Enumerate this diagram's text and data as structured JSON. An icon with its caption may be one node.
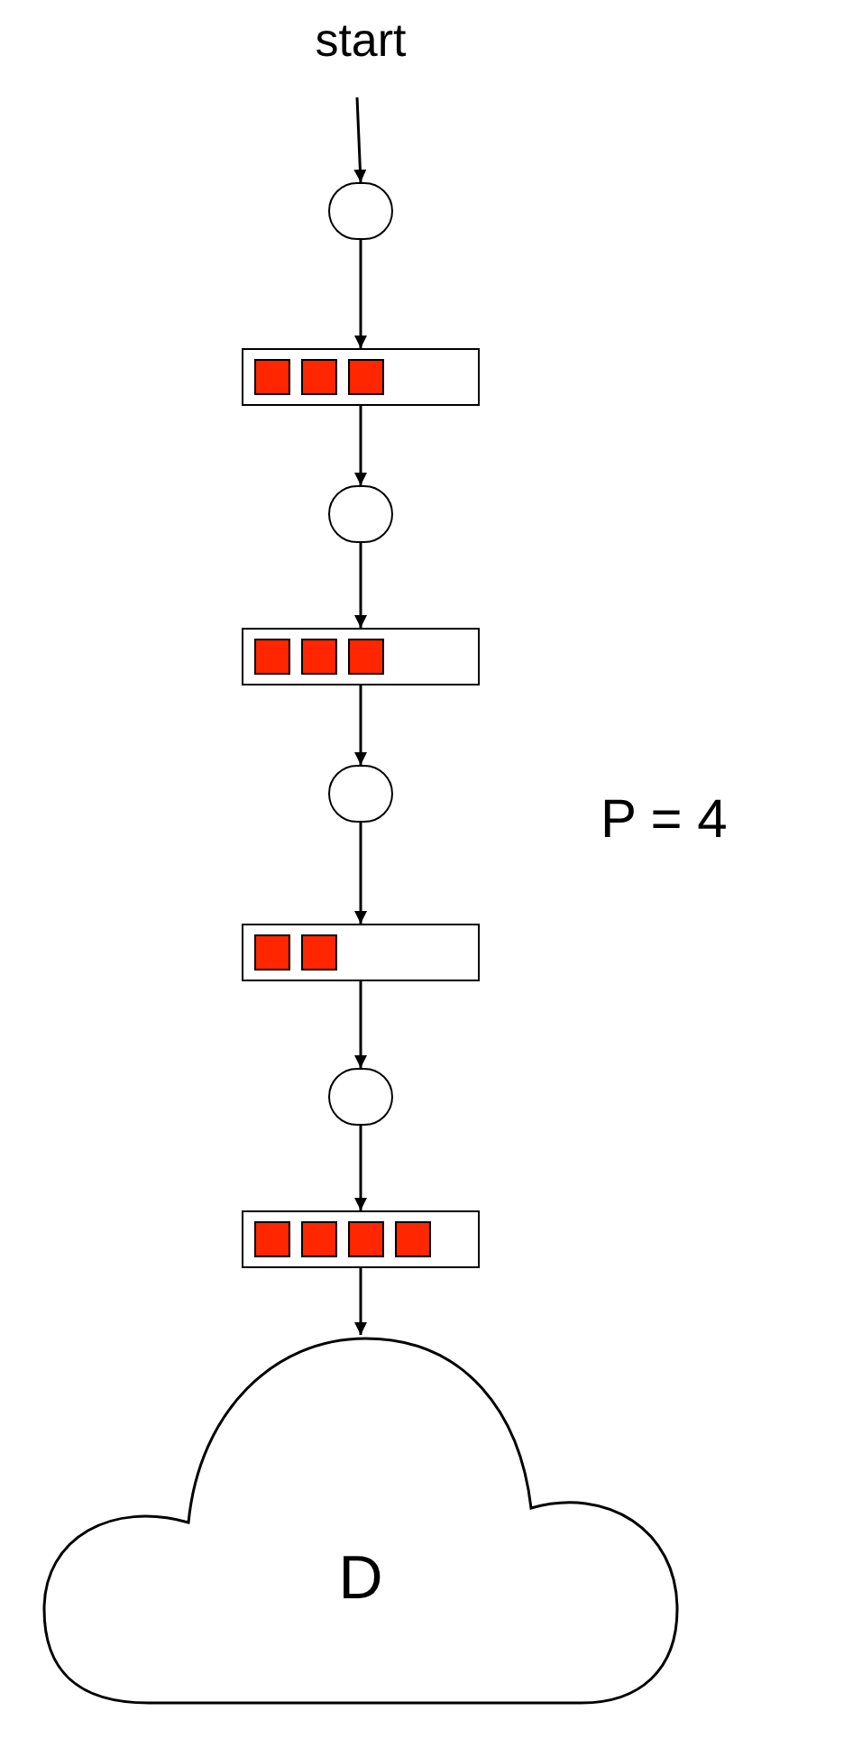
{
  "diagram": {
    "nodes": [
      {
        "text": [
          "start"
        ]
      },
      {
        "text": [],
        "shape": "circle"
      },
      {
        "text": [],
        "shape": "bar"
      },
      {
        "text": [],
        "shape": "box",
        "in": 2
      },
      {
        "text": [],
        "shape": "box",
        "in": 2
      },
      {
        "text": [],
        "shape": "box",
        "in": 2
      },
      {
        "text": [],
        "shape": "circle"
      },
      {
        "text": [],
        "shape": "bar"
      },
      {
        "text": [],
        "shape": "box",
        "in": 7
      },
      {
        "text": [],
        "shape": "box",
        "in": 7
      },
      {
        "text": [],
        "shape": "box",
        "in": 7
      },
      {
        "text": [],
        "shape": "circle"
      },
      {
        "text": [],
        "shape": "bar"
      },
      {
        "text": [],
        "shape": "box",
        "in": 12
      },
      {
        "text": [],
        "shape": "box",
        "in": 12
      },
      {
        "text": [],
        "shape": "circle"
      },
      {
        "text": [],
        "shape": "bar"
      },
      {
        "text": [],
        "shape": "box",
        "in": 16
      },
      {
        "text": [],
        "shape": "box",
        "in": 16
      },
      {
        "text": [],
        "shape": "box",
        "in": 16
      },
      {
        "text": [],
        "shape": "box",
        "in": 16
      },
      {
        "text": [
          "D"
        ]
      }
    ],
    "edges": [
      {
        "from": 0,
        "to": 1,
        "arrow": "to"
      },
      {
        "from": 1,
        "to": 2,
        "arrow": "to"
      },
      {
        "from": 2,
        "to": 6,
        "arrow": "to"
      },
      {
        "from": 6,
        "to": 7,
        "arrow": "to"
      },
      {
        "from": 7,
        "to": 11,
        "arrow": "to"
      },
      {
        "from": 11,
        "to": 12,
        "arrow": "to"
      },
      {
        "from": 12,
        "to": 15,
        "arrow": "to"
      },
      {
        "from": 15,
        "to": 16,
        "arrow": "to"
      },
      {
        "from": 16,
        "to": 21,
        "arrow": "to"
      }
    ],
    "labels": [
      "P = 4"
    ]
  }
}
